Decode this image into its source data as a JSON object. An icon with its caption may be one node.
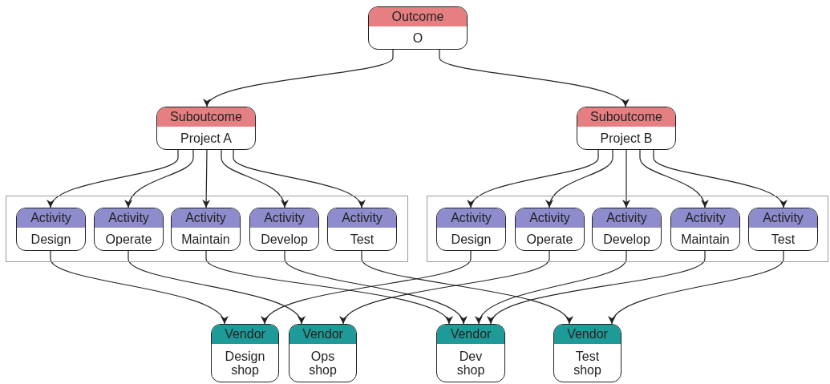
{
  "diagram": {
    "nodes": [
      {
        "text": [
          "Outcome",
          "O"
        ]
      },
      {
        "text": [
          "Suboutcome",
          "Project A"
        ]
      },
      {
        "text": [
          "Suboutcome",
          "Project B"
        ]
      },
      {
        "text": [],
        "shape": "box"
      },
      {
        "text": [],
        "shape": "box"
      },
      {
        "text": [
          "Activity",
          "Design"
        ],
        "in": 3
      },
      {
        "text": [
          "Activity",
          "Operate"
        ],
        "in": 3
      },
      {
        "text": [
          "Activity",
          "Maintain"
        ],
        "in": 3
      },
      {
        "text": [
          "Activity",
          "Develop"
        ],
        "in": 3
      },
      {
        "text": [
          "Activity",
          "Test"
        ],
        "in": 3
      },
      {
        "text": [
          "Activity",
          "Design"
        ],
        "in": 4
      },
      {
        "text": [
          "Activity",
          "Operate"
        ],
        "in": 4
      },
      {
        "text": [
          "Activity",
          "Develop"
        ],
        "in": 4
      },
      {
        "text": [
          "Activity",
          "Maintain"
        ],
        "in": 4
      },
      {
        "text": [
          "Activity",
          "Test"
        ],
        "in": 4
      },
      {
        "text": [
          "Vendor",
          "Design shop"
        ]
      },
      {
        "text": [
          "Vendor",
          "Ops shop"
        ]
      },
      {
        "text": [
          "Vendor",
          "Dev shop"
        ]
      },
      {
        "text": [
          "Vendor",
          "Test shop"
        ]
      }
    ],
    "edges": [
      {
        "from": 0,
        "to": 1,
        "arrow": "to"
      },
      {
        "from": 0,
        "to": 2,
        "arrow": "to"
      },
      {
        "from": 1,
        "to": 5,
        "arrow": "to"
      },
      {
        "from": 1,
        "to": 6,
        "arrow": "to"
      },
      {
        "from": 1,
        "to": 7,
        "arrow": "to"
      },
      {
        "from": 1,
        "to": 8,
        "arrow": "to"
      },
      {
        "from": 1,
        "to": 9,
        "arrow": "to"
      },
      {
        "from": 2,
        "to": 10,
        "arrow": "to"
      },
      {
        "from": 2,
        "to": 11,
        "arrow": "to"
      },
      {
        "from": 2,
        "to": 12,
        "arrow": "to"
      },
      {
        "from": 2,
        "to": 13,
        "arrow": "to"
      },
      {
        "from": 2,
        "to": 14,
        "arrow": "to"
      },
      {
        "from": 5,
        "to": 15,
        "arrow": "to"
      },
      {
        "from": 6,
        "to": 16,
        "arrow": "to"
      },
      {
        "from": 7,
        "to": 17,
        "arrow": "to"
      },
      {
        "from": 8,
        "to": 17,
        "arrow": "to"
      },
      {
        "from": 9,
        "to": 18,
        "arrow": "to"
      },
      {
        "from": 10,
        "to": 15,
        "arrow": "to"
      },
      {
        "from": 11,
        "to": 16,
        "arrow": "to"
      },
      {
        "from": 12,
        "to": 17,
        "arrow": "to"
      },
      {
        "from": 13,
        "to": 17,
        "arrow": "to"
      },
      {
        "from": 14,
        "to": 18,
        "arrow": "to"
      }
    ]
  }
}
